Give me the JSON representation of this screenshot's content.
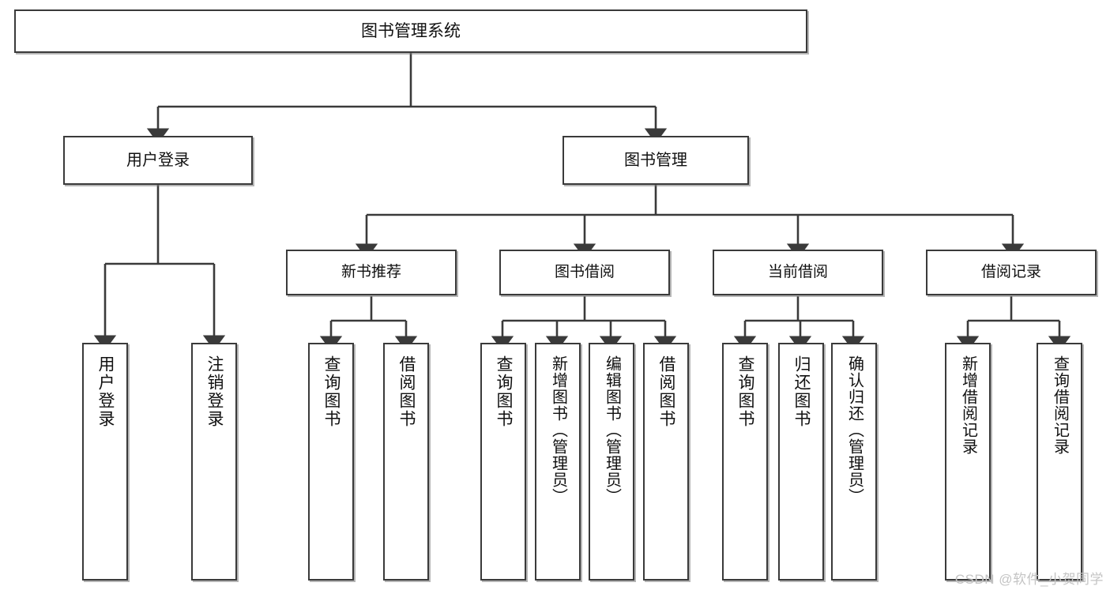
{
  "diagram": {
    "type": "tree",
    "title": "图书管理系统",
    "root": {
      "label": "图书管理系统"
    },
    "level2": [
      {
        "label": "用户登录"
      },
      {
        "label": "图书管理"
      }
    ],
    "level3": [
      {
        "label": "新书推荐"
      },
      {
        "label": "图书借阅"
      },
      {
        "label": "当前借阅"
      },
      {
        "label": "借阅记录"
      }
    ],
    "leaves": {
      "user_login": [
        {
          "label": "用户登录"
        },
        {
          "label": "注销登录"
        }
      ],
      "new_book_recommend": [
        {
          "label": "查询图书"
        },
        {
          "label": "借阅图书"
        }
      ],
      "book_borrow": [
        {
          "label": "查询图书"
        },
        {
          "label": "新增图书（管理员）"
        },
        {
          "label": "编辑图书（管理员）"
        },
        {
          "label": "借阅图书"
        }
      ],
      "current_borrow": [
        {
          "label": "查询图书"
        },
        {
          "label": "归还图书"
        },
        {
          "label": "确认归还（管理员）"
        }
      ],
      "borrow_record": [
        {
          "label": "新增借阅记录"
        },
        {
          "label": "查询借阅记录"
        }
      ]
    }
  },
  "watermark": {
    "text": "CSDN @软件_小贺同学"
  },
  "colors": {
    "background": "#ffffff",
    "border": "#3a3a3a",
    "text": "#101010",
    "watermark": "#c4c4c4"
  }
}
